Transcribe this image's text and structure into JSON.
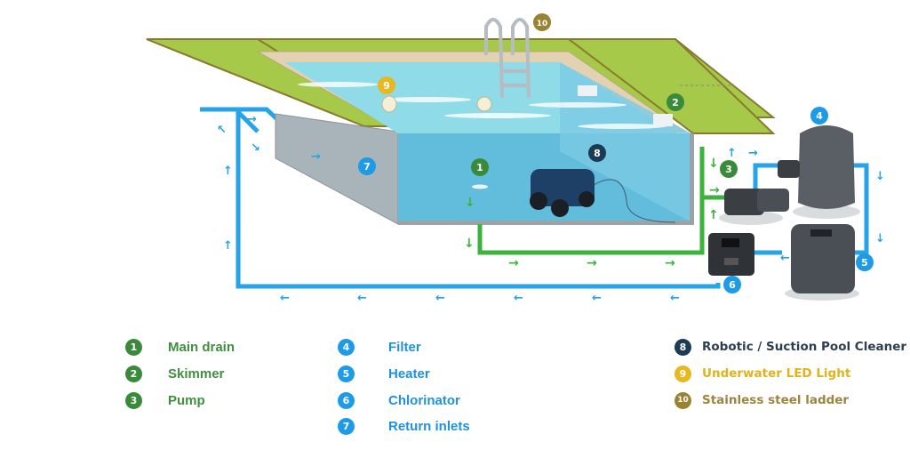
{
  "colors": {
    "green": "#3a8a3c",
    "green_text": "#3f8f3f",
    "blue": "#1e9be6",
    "blue_text": "#1e92e0",
    "navy": "#1d3a57",
    "navy_text": "#2e3e50",
    "yellow": "#e6b822",
    "yellow_text": "#e2b21b",
    "bronze": "#9a8233",
    "bronze_text": "#9b8541",
    "pipe_blue": "#27a3ea",
    "pipe_green": "#3cb33c",
    "water": "#8fdbe8",
    "water_deep": "#62bcdc",
    "grass": "#a7c94a",
    "coping": "#e2d2b2",
    "wall_gray": "#a9b4ba"
  },
  "diagram": {
    "callouts": [
      {
        "n": "1",
        "label": "Main drain",
        "group": "green"
      },
      {
        "n": "2",
        "label": "Skimmer",
        "group": "green"
      },
      {
        "n": "3",
        "label": "Pump",
        "group": "green"
      },
      {
        "n": "4",
        "label": "Filter",
        "group": "blue"
      },
      {
        "n": "5",
        "label": "Heater",
        "group": "blue"
      },
      {
        "n": "6",
        "label": "Chlorinator",
        "group": "blue"
      },
      {
        "n": "7",
        "label": "Return inlets",
        "group": "blue"
      },
      {
        "n": "8",
        "label": "Robotic / Suction Pool Cleaner",
        "group": "navy"
      },
      {
        "n": "9",
        "label": "Underwater LED Light",
        "group": "yellow"
      },
      {
        "n": "10",
        "label": "Stainless steel ladder",
        "group": "bronze"
      }
    ]
  },
  "legend": {
    "col1": [
      {
        "n": "1",
        "label": "Main drain"
      },
      {
        "n": "2",
        "label": "Skimmer"
      },
      {
        "n": "3",
        "label": "Pump"
      }
    ],
    "col2": [
      {
        "n": "4",
        "label": "Filter"
      },
      {
        "n": "5",
        "label": "Heater"
      },
      {
        "n": "6",
        "label": "Chlorinator"
      },
      {
        "n": "7",
        "label": "Return inlets"
      }
    ],
    "col3": [
      {
        "n": "8",
        "label": "Robotic / Suction Pool Cleaner"
      },
      {
        "n": "9",
        "label": "Underwater LED Light"
      },
      {
        "n": "10",
        "label": "Stainless steel ladder"
      }
    ]
  }
}
